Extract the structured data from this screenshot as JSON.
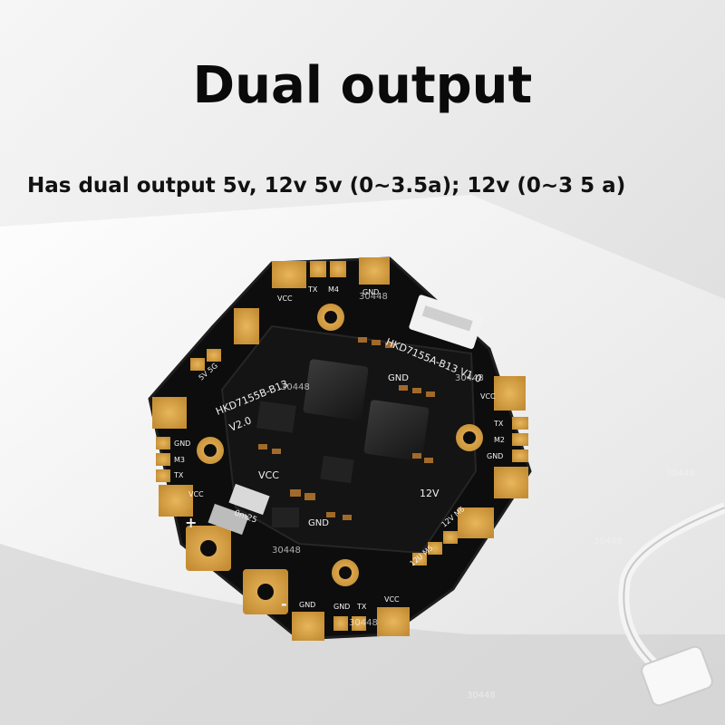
{
  "header": {
    "title": "Dual output",
    "subtitle": "Has dual output 5v, 12v 5v (0~3.5a); 12v (0~3 5 a)"
  },
  "board": {
    "model_main": "HKD7155A-B13 V1.0",
    "model_sub": "HKD7155B-B13",
    "sub_version": "V2.0",
    "label_gnd": "GND",
    "label_vcc": "VCC",
    "label_tx": "TX",
    "label_m2": "M2",
    "label_m3": "M3",
    "label_m4": "M4",
    "label_m5": "M5",
    "label_m6": "M6",
    "label_12v": "12V",
    "label_5v": "5V",
    "label_plus": "+",
    "label_minus": "-",
    "label_shunt": "0m25",
    "label_5v_5g": "5V 5G",
    "label_12v_m6": "12V M6",
    "label_12u_m5": "12U M5",
    "watermark": "30448"
  },
  "colors": {
    "pcb": "#111111",
    "pad": "#d8a24a",
    "chip": "#1c1c1c",
    "inductor": "#3a3a3a",
    "background": "#ececec"
  }
}
